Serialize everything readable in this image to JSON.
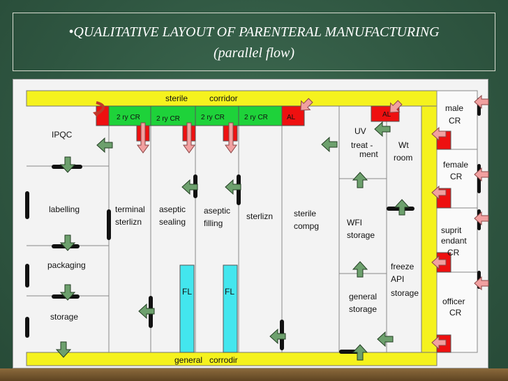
{
  "title": {
    "line1": "•QUALITATIVE LAYOUT OF PARENTERAL MANUFACTURING",
    "line2": "(parallel flow)"
  },
  "corridor": {
    "top_left": "sterile",
    "top_right": "corridor",
    "bottom_left": "general",
    "bottom_right": "corrodir"
  },
  "air_locks": [
    {
      "label": "2 ry CR"
    },
    {
      "label": "2 ry CR"
    },
    {
      "label": "2 ry CR"
    },
    {
      "label": "2 ry CR"
    },
    {
      "label": "AL"
    },
    {
      "label": "AL"
    }
  ],
  "rooms": {
    "ipqc": "IPQC",
    "labelling": "labelling",
    "packaging": "packaging",
    "storage": "storage",
    "terminal_sterlizn": [
      "terminal",
      "sterlizn"
    ],
    "aseptic_sealing": [
      "aseptic",
      "sealing"
    ],
    "aseptic_filling": [
      "aseptic",
      "filling"
    ],
    "sterlizn": "sterlizn",
    "sterile_compg": [
      "sterile",
      "compg"
    ],
    "uv_treatment": [
      "UV",
      "treat -",
      "ment"
    ],
    "wt_room": [
      "Wt",
      "room"
    ],
    "wfi_storage": [
      "WFI",
      "storage"
    ],
    "general_storage": [
      "general",
      "storage"
    ],
    "freeze_api_storage": [
      "freeze",
      "API",
      "storage"
    ],
    "male_cr": [
      "male",
      "CR"
    ],
    "female_cr": [
      "female",
      "CR"
    ],
    "supritendant_cr": [
      "suprit",
      "endant",
      "CR"
    ],
    "officer_cr": [
      "officer",
      "CR"
    ]
  },
  "laminar_flow": [
    "FL",
    "FL"
  ],
  "colors": {
    "corridor_yellow": "#f5f21e",
    "air_lock_green": "#1ed23a",
    "air_lock_red": "#ee1010",
    "laminar_flow_cyan": "#43e6ee",
    "arrow_green": "#6da06d",
    "arrow_pink": "#f1a0a0"
  }
}
